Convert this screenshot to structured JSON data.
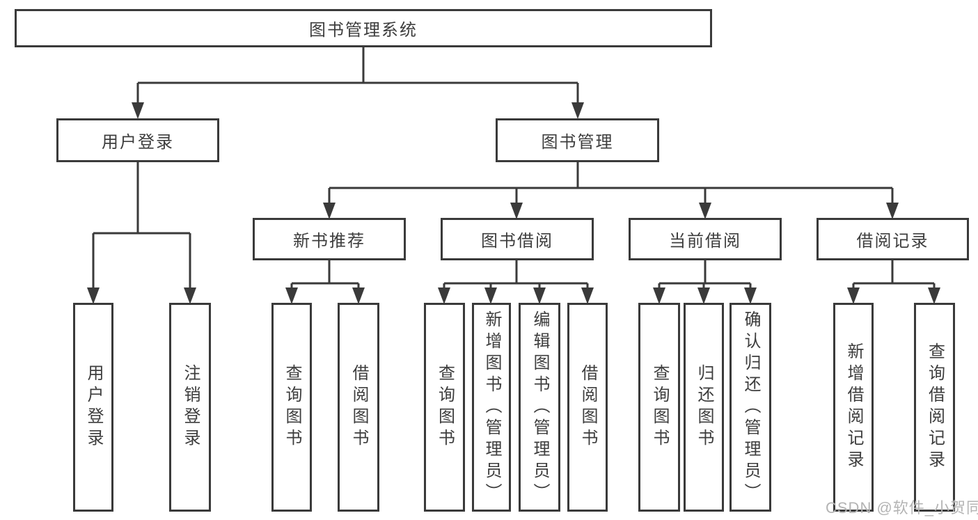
{
  "diagram": {
    "title": "图书管理系统",
    "branches": [
      {
        "label": "用户登录",
        "children": [
          {
            "label": "用户登录"
          },
          {
            "label": "注销登录"
          }
        ]
      },
      {
        "label": "图书管理",
        "sections": [
          {
            "label": "新书推荐",
            "children": [
              {
                "label": "查询图书"
              },
              {
                "label": "借阅图书"
              }
            ]
          },
          {
            "label": "图书借阅",
            "children": [
              {
                "label": "查询图书"
              },
              {
                "label": "新增图书（管理员）"
              },
              {
                "label": "编辑图书（管理员）"
              },
              {
                "label": "借阅图书"
              }
            ]
          },
          {
            "label": "当前借阅",
            "children": [
              {
                "label": "查询图书"
              },
              {
                "label": "归还图书"
              },
              {
                "label": "确认归还（管理员）"
              }
            ]
          },
          {
            "label": "借阅记录",
            "children": [
              {
                "label": "新增借阅记录"
              },
              {
                "label": "查询借阅记录"
              }
            ]
          }
        ]
      }
    ]
  },
  "watermark": "CSDN @软件_小贺同学",
  "colors": {
    "line": "#3a3a3a",
    "text": "#3d3d3d",
    "watermark": "#b4b4b4"
  }
}
